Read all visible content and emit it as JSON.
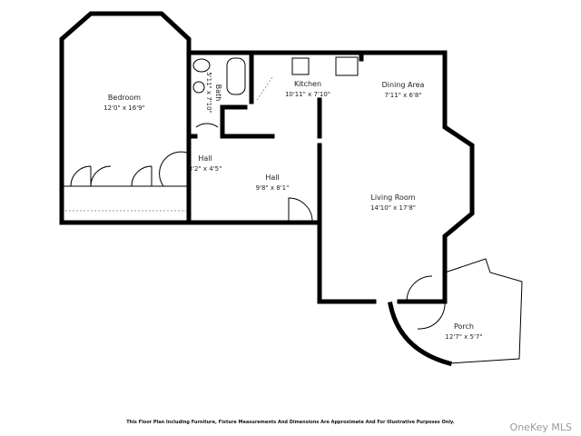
{
  "rooms": [
    {
      "name": "Bedroom",
      "dims": "12'0\" x 16'9\""
    },
    {
      "name": "Bath",
      "dims": "5'11\" x 7'10\""
    },
    {
      "name": "Kitchen",
      "dims": "10'11\" x 7'10\""
    },
    {
      "name": "Dining Area",
      "dims": "7'11\" x 6'8\""
    },
    {
      "name": "Hall",
      "dims": "3'2\" x 4'5\""
    },
    {
      "name": "Hall",
      "dims": "9'8\" x 8'1\""
    },
    {
      "name": "Living Room",
      "dims": "14'10\" x 17'8\""
    },
    {
      "name": "Porch",
      "dims": "12'7\" x 5'7\""
    }
  ],
  "disclaimer": "This Floor Plan Including Furniture, Fixture Measurements And Dimensions Are Approximate And For Illustrative Purposes Only.",
  "watermark": "OneKey MLS"
}
